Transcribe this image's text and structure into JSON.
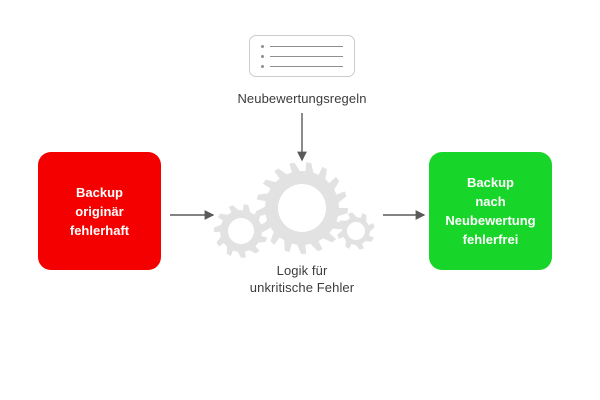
{
  "diagram": {
    "title": "Backup Neubewertung Prozess",
    "background_color": "#ffffff",
    "rules_node": {
      "icon": "rules-list-icon",
      "bullet_lines": 3,
      "label": "Neubewertungsregeln",
      "border_color": "#c9ccce",
      "line_color": "#8d9093"
    },
    "source_node": {
      "label": "Backup\noriginär\nfehlerhaft",
      "color": "#F40000",
      "text_color": "#ffffff"
    },
    "logic_node": {
      "icon": "gears-icon",
      "gear_count": 3,
      "label": "Logik für\nunkritische Fehler",
      "color": "#e2e2e2",
      "text_color": "#3c3c3c"
    },
    "target_node": {
      "label": "Backup\nnach\nNeubewertung\nfehlerfrei",
      "color": "#18D52A",
      "text_color": "#ffffff"
    },
    "connectors": [
      {
        "name": "arrow-source-to-logic",
        "direction": "right",
        "color": "#5a5a5a"
      },
      {
        "name": "arrow-rules-to-logic",
        "direction": "down",
        "color": "#5a5a5a"
      },
      {
        "name": "arrow-logic-to-target",
        "direction": "right",
        "color": "#5a5a5a"
      }
    ]
  }
}
